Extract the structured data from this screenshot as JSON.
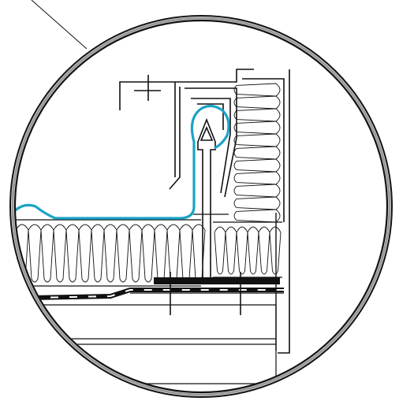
{
  "detail": {
    "colors": {
      "line": "#111111",
      "membrane": "#1ba3c6",
      "background": "#ffffff",
      "circle_inner": "#888888"
    },
    "components": [
      {
        "id": "leader-line",
        "icon": "leader-line"
      },
      {
        "id": "detail-circle",
        "icon": "double-circle-frame"
      },
      {
        "id": "roof-insulation",
        "icon": "batt-insulation-wave"
      },
      {
        "id": "wall-insulation",
        "icon": "batt-insulation-wave"
      },
      {
        "id": "upstand-insulation",
        "icon": "batt-insulation-wave"
      },
      {
        "id": "waterproof-membrane",
        "icon": "membrane-line"
      },
      {
        "id": "bulb-flashing",
        "icon": "seam-bulb"
      },
      {
        "id": "metal-flashing",
        "icon": "folded-flashing"
      },
      {
        "id": "vapour-barrier",
        "icon": "dashed-barrier"
      },
      {
        "id": "deck-layers",
        "icon": "deck-lines"
      },
      {
        "id": "fasteners",
        "icon": "crossed-fastener"
      }
    ]
  }
}
